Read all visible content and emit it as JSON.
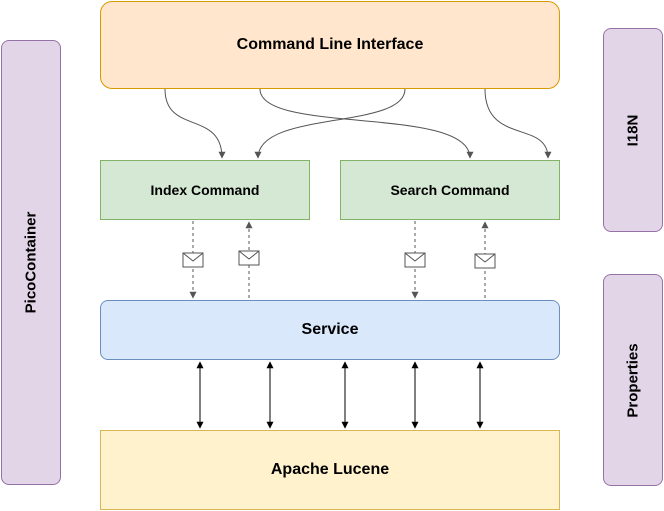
{
  "cli": {
    "label": "Command Line Interface"
  },
  "index_command": {
    "label": "Index Command"
  },
  "search_command": {
    "label": "Search Command"
  },
  "service": {
    "label": "Service"
  },
  "lucene": {
    "label": "Apache Lucene"
  },
  "picocontainer": {
    "label": "PicoContainer"
  },
  "i18n": {
    "label": "I18N"
  },
  "properties": {
    "label": "Properties"
  },
  "colors": {
    "cli_fill": "#ffe6cc",
    "command_fill": "#d5e8d4",
    "service_fill": "#dae8fc",
    "lucene_fill": "#fff2cc",
    "side_fill": "#e1d5e7"
  },
  "icons": {
    "message": "envelope-icon"
  }
}
